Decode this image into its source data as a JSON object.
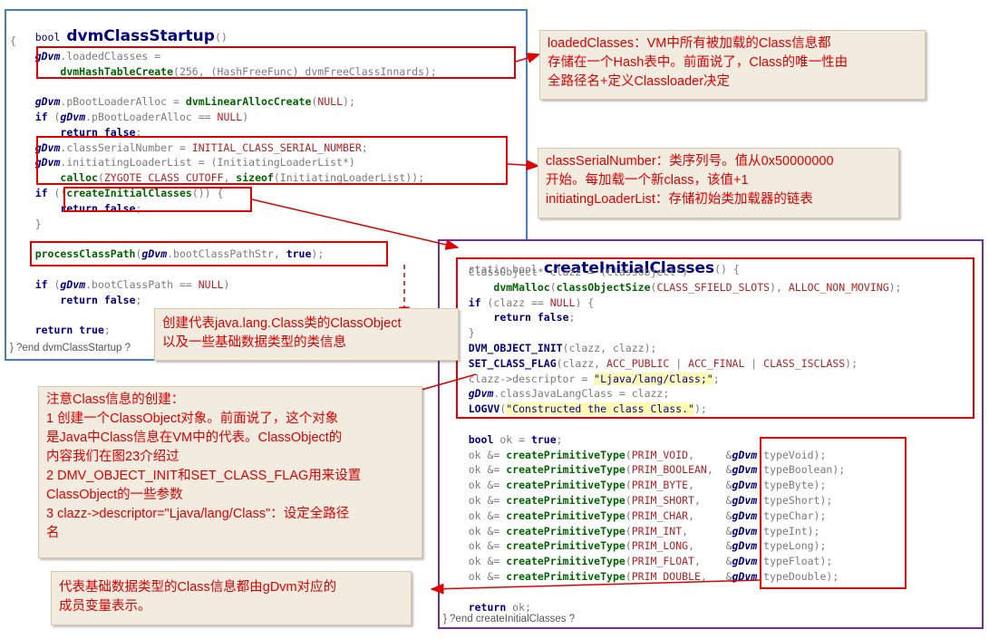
{
  "left_code": {
    "type_kw": "bool",
    "fn_name": "dvmClassStartup",
    "sig_suffix": "()",
    "lines": [
      "{",
      "    gDvm.loadedClasses =",
      "        dvmHashTableCreate(256, (HashFreeFunc) dvmFreeClassInnards);",
      "",
      "    gDvm.pBootLoaderAlloc = dvmLinearAllocCreate(NULL);",
      "    if (gDvm.pBootLoaderAlloc == NULL)",
      "        return false;",
      "    gDvm.classSerialNumber = INITIAL_CLASS_SERIAL_NUMBER;",
      "    gDvm.initiatingLoaderList = (InitiatingLoaderList*)",
      "        calloc(ZYGOTE_CLASS_CUTOFF, sizeof(InitiatingLoaderList));",
      "    if (!createInitialClasses()) {",
      "        return false;",
      "    }",
      "",
      "    processClassPath(gDvm.bootClassPathStr, true);",
      "",
      "    if (gDvm.bootClassPath == NULL)",
      "        return false;",
      "",
      "    return true;"
    ],
    "footer": "} ?end dvmClassStartup ?"
  },
  "right_code": {
    "sig_prefix": "static bool",
    "fn_name": "createInitialClasses",
    "sig_suffix": "() {",
    "lines": [
      "    ClassObject* clazz = (ClassObject*)",
      "        dvmMalloc(classObjectSize(CLASS_SFIELD_SLOTS), ALLOC_NON_MOVING);",
      "    if (clazz == NULL) {",
      "        return false;",
      "    }",
      "    DVM_OBJECT_INIT(clazz, clazz);",
      "    SET_CLASS_FLAG(clazz, ACC_PUBLIC | ACC_FINAL | CLASS_ISCLASS);",
      "    clazz->descriptor = \"Ljava/lang/Class;\";",
      "    gDvm.classJavaLangClass = clazz;",
      "    LOGVV(\"Constructed the class Class.\");",
      "",
      "    bool ok = true;",
      "    ok &= createPrimitiveType(PRIM_VOID,     &gDvm.typeVoid);",
      "    ok &= createPrimitiveType(PRIM_BOOLEAN,  &gDvm.typeBoolean);",
      "    ok &= createPrimitiveType(PRIM_BYTE,     &gDvm.typeByte);",
      "    ok &= createPrimitiveType(PRIM_SHORT,    &gDvm.typeShort);",
      "    ok &= createPrimitiveType(PRIM_CHAR,     &gDvm.typeChar);",
      "    ok &= createPrimitiveType(PRIM_INT,      &gDvm.typeInt);",
      "    ok &= createPrimitiveType(PRIM_LONG,     &gDvm.typeLong);",
      "    ok &= createPrimitiveType(PRIM_FLOAT,    &gDvm.typeFloat);",
      "    ok &= createPrimitiveType(PRIM_DOUBLE,   &gDvm.typeDouble);",
      "",
      "    return ok;"
    ],
    "footer": "} ?end createInitialClasses ?"
  },
  "notes": {
    "loaded_classes": [
      "loadedClasses：VM中所有被加载的Class信息都",
      "存储在一个Hash表中。前面说了，Class的唯一性由",
      "全路径名+定义Classloader决定"
    ],
    "serial_number": [
      "classSerialNumber：类序列号。值从0x50000000",
      "开始。每加载一个新class，该值+1",
      "initiatingLoaderList：存储初始类加载器的链表"
    ],
    "class_object": [
      "创建代表java.lang.Class类的ClassObject",
      "以及一些基础数据类型的类信息"
    ],
    "class_info": [
      "注意Class信息的创建：",
      "1 创建一个ClassObject对象。前面说了，这个对象",
      "  是Java中Class信息在VM中的代表。ClassObject的",
      "  内容我们在图23介绍过",
      "2 DMV_OBJECT_INIT和SET_CLASS_FLAG用来设置",
      "  ClassObject的一些参数",
      "3 clazz->descriptor=\"Ljava/lang/Class\"：设定全路径",
      "  名"
    ],
    "primitive": [
      "代表基础数据类型的Class信息都由gDvm对应的",
      "成员变量表示。"
    ]
  },
  "colors": {
    "left_panel_border": "#4a7ebb",
    "right_panel_border": "#7030a0",
    "annotation_red": "#e00000",
    "note_background": "#f2ece0"
  }
}
